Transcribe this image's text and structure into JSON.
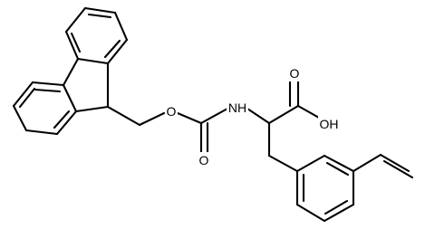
{
  "atoms": {
    "ether_o": "O",
    "carbonyl_o": "O",
    "nh": "NH",
    "acid_o": "O",
    "oh": "OH"
  },
  "colors": {
    "bond": "#000000",
    "background": "#ffffff"
  }
}
